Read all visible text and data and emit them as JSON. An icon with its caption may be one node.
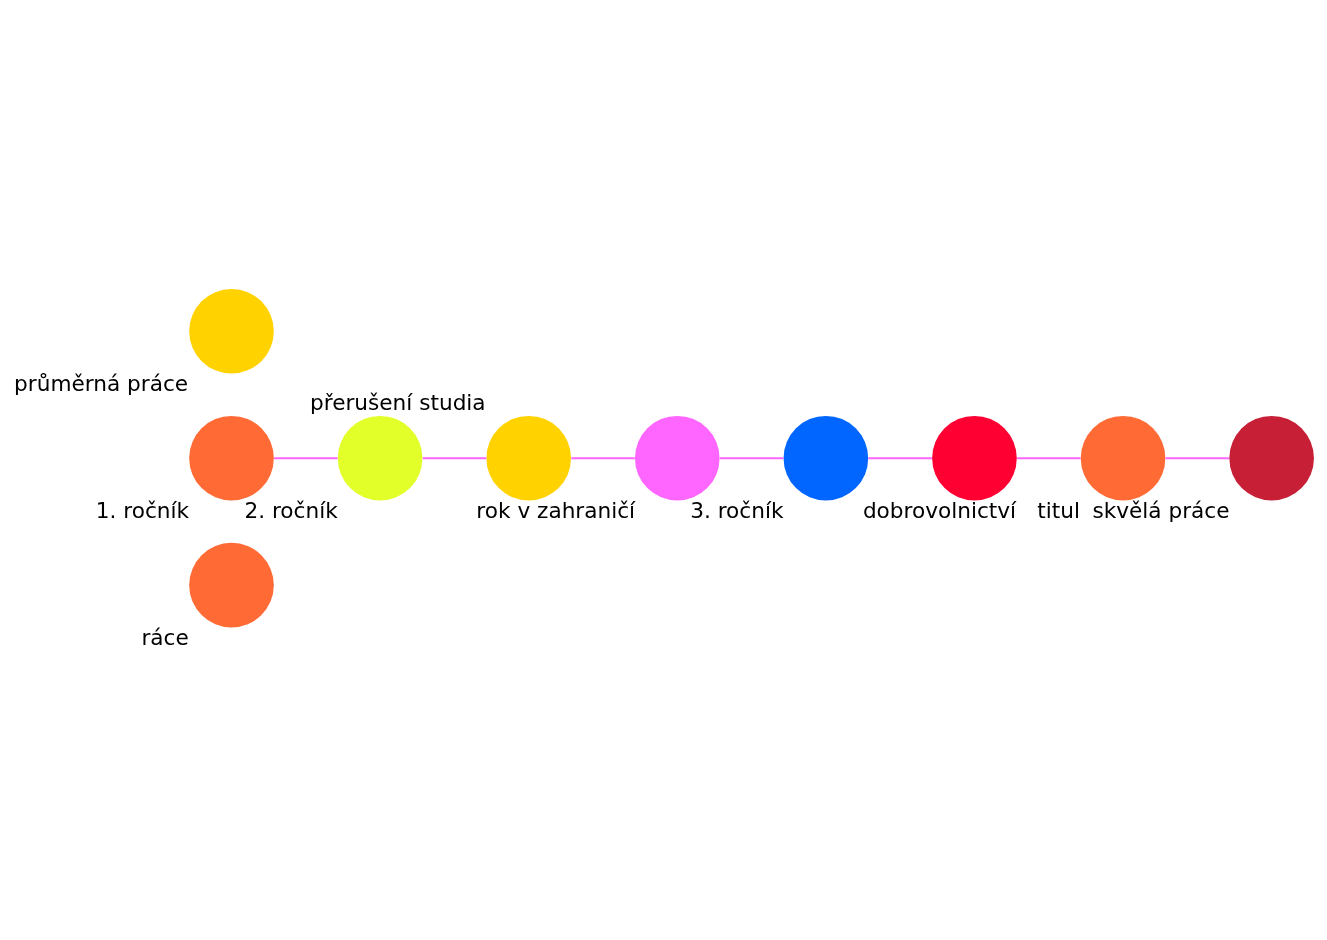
{
  "diagram": {
    "nodes": [
      {
        "text": [
          "ráce"
        ]
      },
      {
        "text": [
          "skvělá práce"
        ]
      },
      {
        "text": [
          "průměrná práce"
        ]
      },
      {
        "text": [
          "3. ročník"
        ]
      },
      {
        "text": [
          "2. ročník"
        ]
      },
      {
        "text": [
          "titul"
        ]
      },
      {
        "text": [
          "1. ročník"
        ]
      },
      {
        "text": [
          "dobrovolnictví"
        ]
      },
      {
        "text": [
          "rok v zahraničí"
        ]
      },
      {
        "text": [
          "přerušení studia"
        ]
      }
    ],
    "edges": [
      {
        "from": 6,
        "to": 4,
        "arrow": "none"
      },
      {
        "from": 4,
        "to": 9,
        "arrow": "none"
      },
      {
        "from": 9,
        "to": 8,
        "arrow": "none"
      },
      {
        "from": 8,
        "to": 3,
        "arrow": "none"
      },
      {
        "from": 3,
        "to": 7,
        "arrow": "none"
      },
      {
        "from": 7,
        "to": 5,
        "arrow": "none"
      },
      {
        "from": 5,
        "to": 1,
        "arrow": "none"
      }
    ]
  }
}
